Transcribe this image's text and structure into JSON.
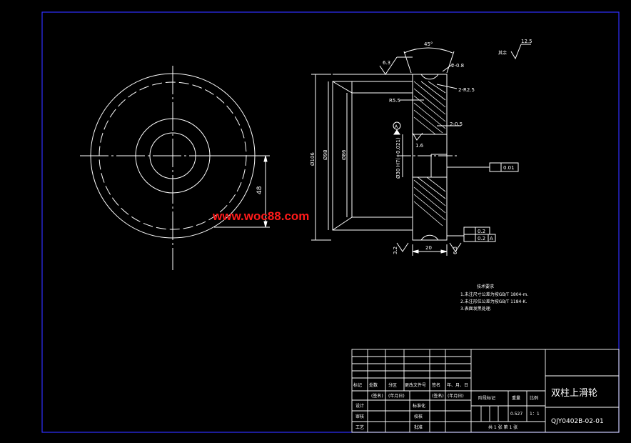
{
  "colors": {
    "background": "#000000",
    "line": "#ffffff",
    "frame": "#3030ff",
    "watermark": "#ff1a1a"
  },
  "watermark": "www.woc88.com",
  "left_view": {
    "dim_radius": "48"
  },
  "section_view": {
    "dim_od": "Ø106",
    "dim_groove": "Ø98",
    "dim_inner": "Ø86",
    "dim_bore": "Ø30 H7(+0.021)",
    "dim_width": "20",
    "angle": "45°",
    "roughness_top": "6.3",
    "roughness_bore": "1.6",
    "chamfer_top": "2-0.8",
    "radius_top": "2-R2.5",
    "groove_radius": "R5.5",
    "chamfer_mid": "2-0.5",
    "datum": "A",
    "roughness_left": "3.2",
    "roughness_right": "6.3",
    "runout": "0.01",
    "tol_1": "0.2",
    "tol_2": "0.2",
    "tol_datum": "A",
    "rest_label": "其余",
    "rest_roughness": "12.5"
  },
  "tech_requirements": {
    "title": "技术要求",
    "lines": [
      "1.未注尺寸公差为按GB/T 1804-m.",
      "2.未注形位公差为按GB/T 1184-K.",
      "3.表面发黑处理."
    ]
  },
  "title_block": {
    "part_name": "双柱上滑轮",
    "drawing_no": "QJY0402B-02-01",
    "header_row": [
      "标记",
      "处数",
      "分区",
      "更改文件号",
      "签名",
      "年、月、日"
    ],
    "sign_row": [
      "(签名)",
      "(年月日)",
      "(签名)",
      "(年月日)"
    ],
    "design": "设计",
    "standardize": "标准化",
    "review": "审核",
    "process": "工艺",
    "approve": "批准",
    "check": "校核",
    "stage_mark": "阶段标记",
    "weight_label": "重量",
    "scale_label": "比例",
    "weight": "0.527",
    "scale": "1：1",
    "sheets": "共 1 张  第 1 张"
  }
}
